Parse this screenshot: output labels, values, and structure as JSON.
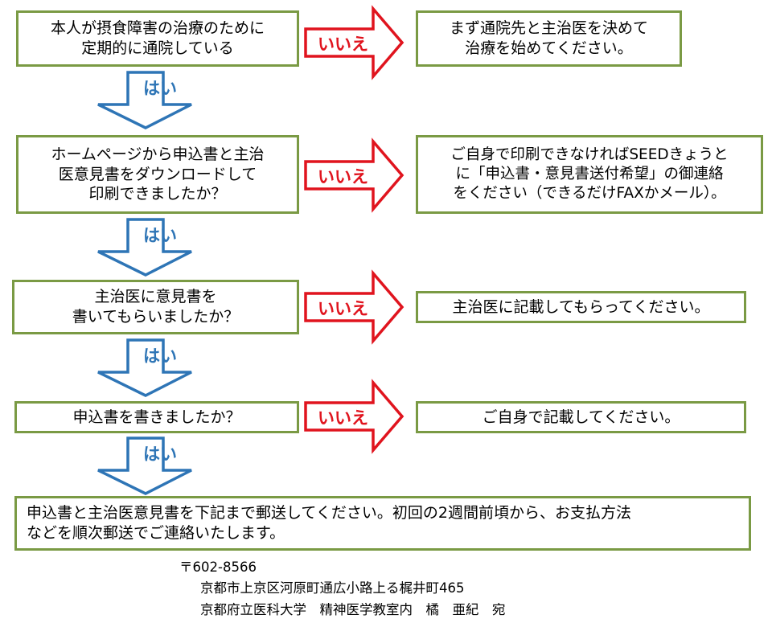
{
  "steps": [
    {
      "question": [
        "本人が摂食障害の治療のために",
        "定期的に通院している"
      ],
      "no_label": "いいえ",
      "answer": [
        "まず通院先と主治医を決めて",
        "治療を始めてください。"
      ],
      "yes_label": "はい"
    },
    {
      "question": [
        "ホームページから申込書と主治",
        "医意見書をダウンロードして",
        "印刷できましたか？"
      ],
      "no_label": "いいえ",
      "answer": [
        "ご自身で印刷できなければSEEDきょうと",
        "に「申込書・意見書送付希望」の御連絡",
        "をください（できるだけFAXかメール）。"
      ],
      "yes_label": "はい"
    },
    {
      "question": [
        "主治医に意見書を",
        "書いてもらいましたか？"
      ],
      "no_label": "いいえ",
      "answer": [
        "主治医に記載してもらってください。"
      ],
      "yes_label": "はい"
    },
    {
      "question": [
        "申込書を書きましたか？"
      ],
      "no_label": "いいえ",
      "answer": [
        "ご自身で記載してください。"
      ],
      "yes_label": "はい"
    }
  ],
  "final": [
    "申込書と主治医意見書を下記まで郵送してください。初回の2週間前頃から、お支払方法",
    "などを順次郵送でご連絡いたします。"
  ],
  "address": {
    "postal": "〒602-8566",
    "line1": "京都市上京区河原町通広小路上る梶井町465",
    "line2": "京都府立医科大学　精神医学教室内　橘　亜紀　宛"
  },
  "colors": {
    "box_border": "#7a9a44",
    "no_arrow": "#e0141e",
    "yes_arrow": "#2e75b6"
  }
}
